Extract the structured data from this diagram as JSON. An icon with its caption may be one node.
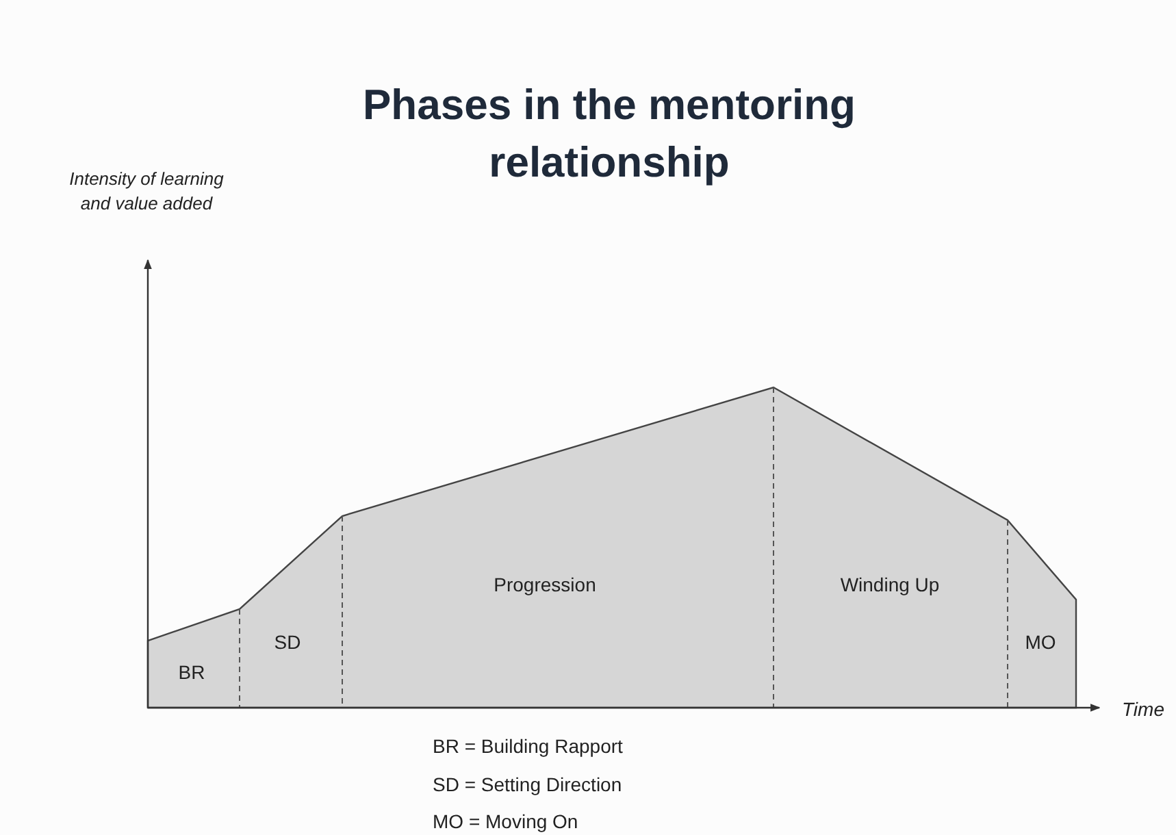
{
  "diagram": {
    "title": "Phases in the mentoring relationship",
    "labels": [
      "Intensity of learning and value added",
      "BR",
      "SD",
      "Progression",
      "Winding Up",
      "MO",
      "Time",
      "BR = Building Rapport",
      "SD = Setting Direction",
      "MO = Moving On"
    ]
  }
}
